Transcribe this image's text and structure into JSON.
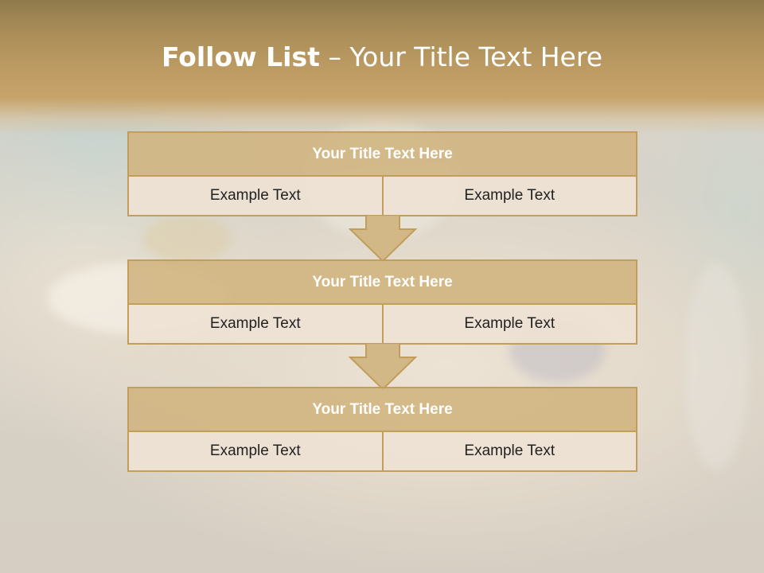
{
  "slide": {
    "title_bold": "Follow List",
    "title_rest": "– Your Title Text Here"
  },
  "blocks": [
    {
      "title": "Your Title Text Here",
      "cells": [
        "Example Text",
        "Example Text"
      ]
    },
    {
      "title": "Your Title Text Here",
      "cells": [
        "Example Text",
        "Example Text"
      ]
    },
    {
      "title": "Your Title Text Here",
      "cells": [
        "Example Text",
        "Example Text"
      ]
    }
  ],
  "colors": {
    "header_band": "#b8975f",
    "block_title_fill": "#d0b47e",
    "block_border": "#c39d5c",
    "cell_fill": "#eee2d4",
    "arrow_fill": "#d0b47e"
  },
  "icons": [
    "down-arrow-icon"
  ]
}
